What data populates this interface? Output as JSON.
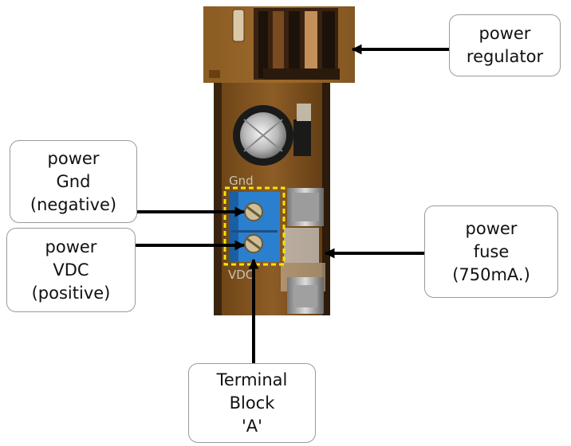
{
  "labels": {
    "power_regulator": [
      "power",
      "regulator"
    ],
    "power_gnd": [
      "power",
      "Gnd",
      "(negative)"
    ],
    "power_vdc": [
      "power",
      "VDC",
      "(positive)"
    ],
    "power_fuse": [
      "power",
      "fuse",
      "(750mA.)"
    ],
    "terminal_block": [
      "Terminal",
      "Block",
      "'A'"
    ]
  },
  "board_markings": {
    "gnd": "Gnd",
    "vdc": "VDC"
  },
  "colors": {
    "pcb": "#8a5a24",
    "terminal_block": "#2a7fcf",
    "highlight_dash": "#f2e600",
    "arrow": "#000000"
  }
}
